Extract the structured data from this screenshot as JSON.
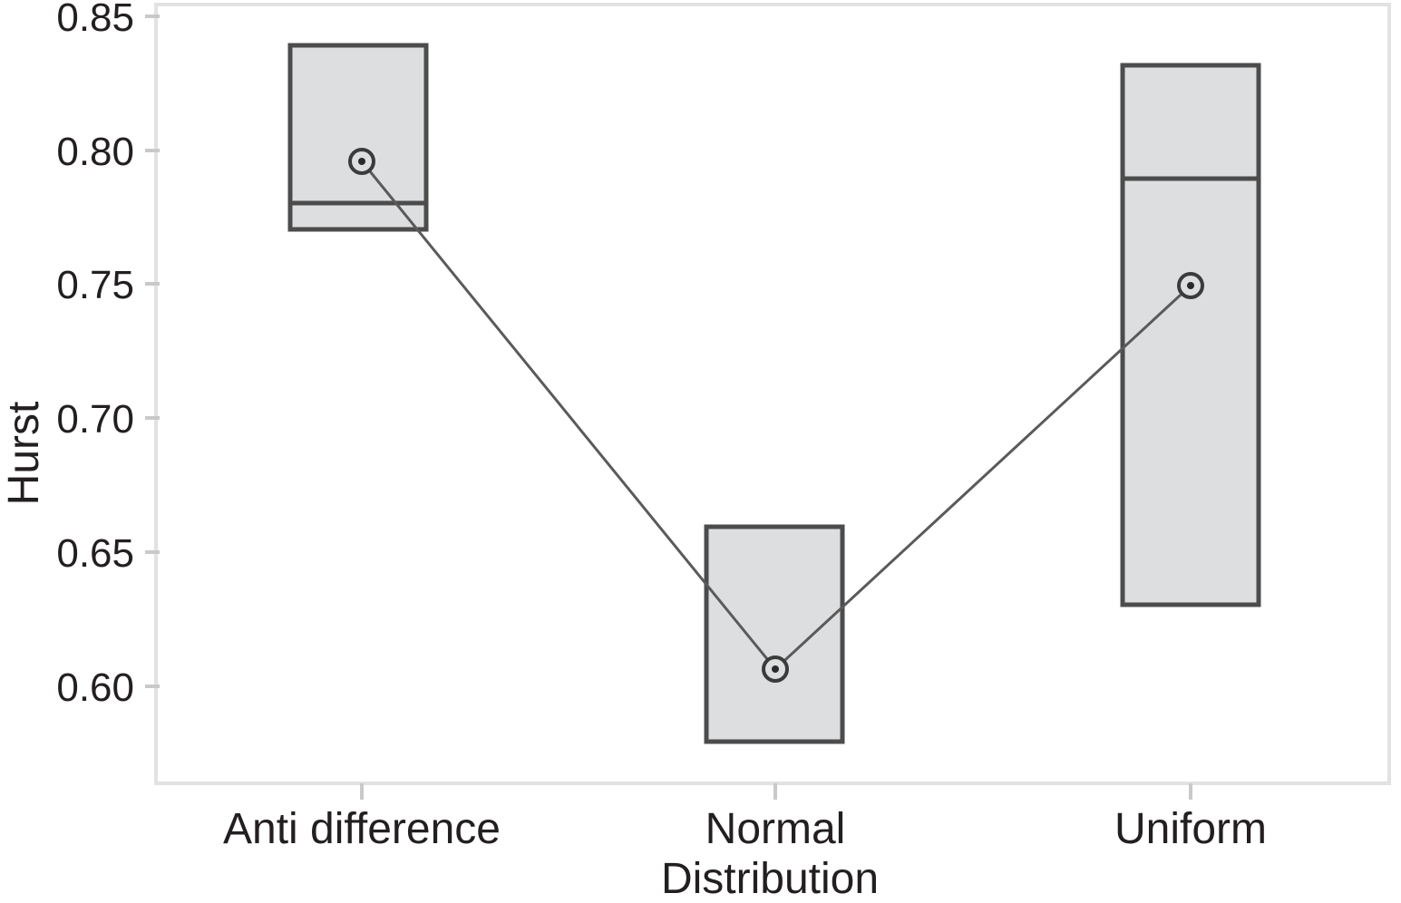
{
  "chart_data": {
    "type": "bar",
    "title": "",
    "subtitle": "",
    "xlabel": "Distribution",
    "ylabel": "Hurst",
    "categories": [
      "Anti difference",
      "Normal",
      "Uniform"
    ],
    "ylim": [
      0.567,
      0.855
    ],
    "yticks": [
      0.6,
      0.65,
      0.7,
      0.75,
      0.8,
      0.85
    ],
    "ytick_labels": [
      "0.60",
      "0.65",
      "0.70",
      "0.75",
      "0.80",
      "0.85"
    ],
    "grid": false,
    "legend": "none",
    "notes": "Interval plot: shaded boxes span min-max range per category with an internal horizontal level line; circular markers joined by a thin line trace the mean Hurst exponent per distribution.",
    "boxes": [
      {
        "category": "Anti difference",
        "top": 0.841,
        "bottom": 0.77,
        "line": 0.78
      },
      {
        "category": "Normal",
        "top": 0.66,
        "bottom": 0.58,
        "line": null
      },
      {
        "category": "Uniform",
        "top": 0.83,
        "bottom": 0.63,
        "line": 0.79
      }
    ],
    "series": [
      {
        "name": "Hurst",
        "marker": "circle",
        "values": [
          0.797,
          0.606,
          0.75
        ]
      }
    ]
  },
  "axes": {
    "y_axis_title": "Hurst",
    "x_axis_title": "Distribution",
    "y_tick_values": [
      "0.85",
      "0.80",
      "0.75",
      "0.70",
      "0.65",
      "0.60"
    ],
    "x_tick_values": [
      "Anti difference",
      "Normal",
      "Uniform"
    ]
  },
  "colors": {
    "box_fill": "#dddedf",
    "box_stroke": "#4c4c4c",
    "frame_stroke": "#e2e2e2",
    "text": "#231f20",
    "line": "#555555",
    "background": "#ffffff"
  }
}
